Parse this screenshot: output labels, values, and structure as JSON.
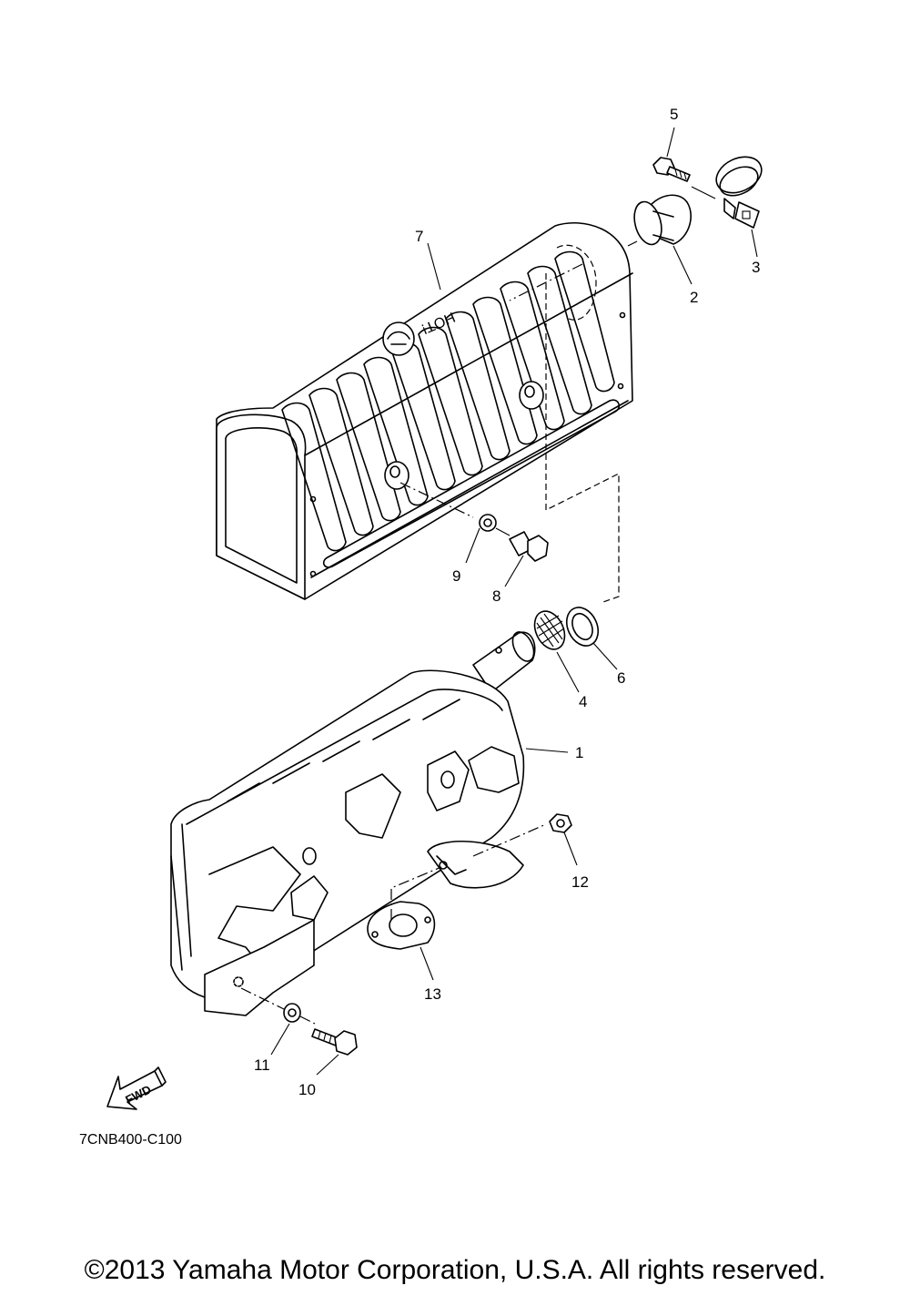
{
  "diagram": {
    "callouts": [
      {
        "id": "1",
        "label": "1"
      },
      {
        "id": "2",
        "label": "2"
      },
      {
        "id": "3",
        "label": "3"
      },
      {
        "id": "4",
        "label": "4"
      },
      {
        "id": "5",
        "label": "5"
      },
      {
        "id": "6",
        "label": "6"
      },
      {
        "id": "7",
        "label": "7"
      },
      {
        "id": "8",
        "label": "8"
      },
      {
        "id": "9",
        "label": "9"
      },
      {
        "id": "10",
        "label": "10"
      },
      {
        "id": "11",
        "label": "11"
      },
      {
        "id": "12",
        "label": "12"
      },
      {
        "id": "13",
        "label": "13"
      }
    ],
    "cover_text": "HOT!",
    "fwd_label": "FWD",
    "diagram_code": "7CNB400-C100"
  },
  "footer": {
    "copyright": "©2013 Yamaha Motor Corporation, U.S.A. All rights reserved."
  }
}
